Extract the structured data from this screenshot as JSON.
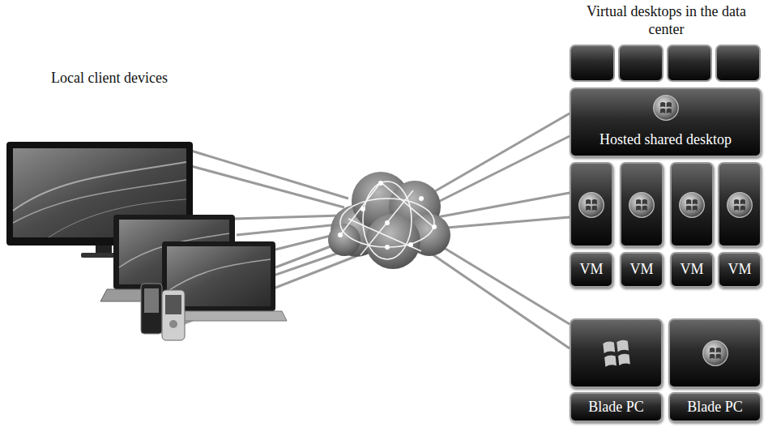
{
  "diagram": {
    "nodes": [
      {
        "text": [
          "Hosted shared desktop"
        ]
      },
      {
        "text": [
          "VM"
        ]
      },
      {
        "text": [
          "VM"
        ]
      },
      {
        "text": [
          "VM"
        ]
      },
      {
        "text": [
          "VM"
        ]
      },
      {
        "text": [
          "Blade PC"
        ]
      },
      {
        "text": [
          "Blade PC"
        ]
      }
    ],
    "labels": [
      "Local client devices",
      "Virtual desktops in the data center"
    ]
  }
}
